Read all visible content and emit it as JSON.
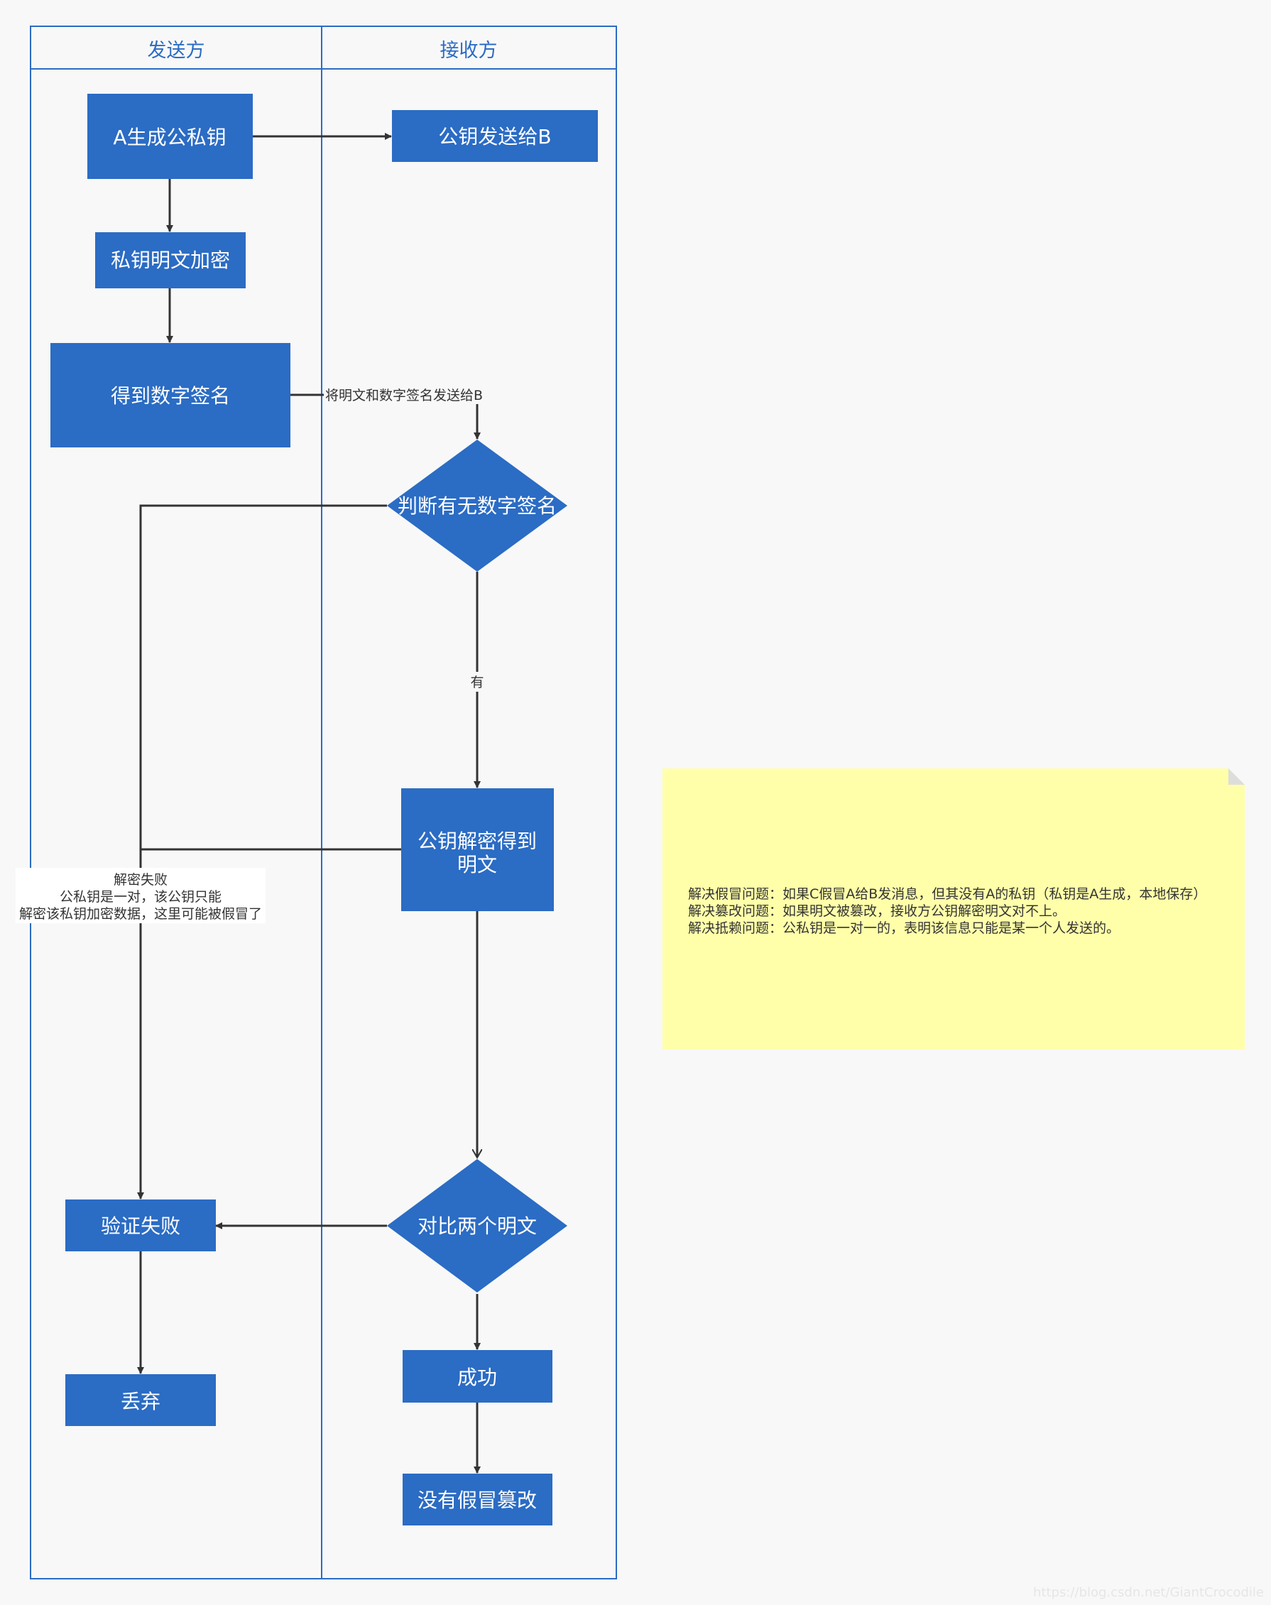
{
  "swimlanes": {
    "sender_title": "发送方",
    "receiver_title": "接收方"
  },
  "nodes": {
    "gen_keys": "A生成公私钥",
    "send_pubkey": "公钥发送给B",
    "encrypt_private": "私钥明文加密",
    "get_signature": "得到数字签名",
    "check_signature": "判断有无数字签名",
    "decrypt_public_line1": "公钥解密得到",
    "decrypt_public_line2": "明文",
    "compare_plaintext": "对比两个明文",
    "verify_failed": "验证失败",
    "discard": "丢弃",
    "success": "成功",
    "no_tamper": "没有假冒篡改"
  },
  "edge_labels": {
    "send_to_b": "将明文和数字签名发送给B",
    "has": "有",
    "fail_line1": "解密失败",
    "fail_line2": "公私钥是一对，该公钥只能",
    "fail_line3": "解密该私钥加密数据，这里可能被假冒了"
  },
  "note": {
    "line1": "解决假冒问题：如果C假冒A给B发消息，但其没有A的私钥（私钥是A生成，本地保存）",
    "line2": "解决篡改问题：如果明文被篡改，接收方公钥解密明文对不上。",
    "line3": "解决抵赖问题：公私钥是一对一的，表明该信息只能是某一个人发送的。"
  },
  "watermark": "https://blog.csdn.net/GiantCrocodile",
  "colors": {
    "node_fill": "#2b6cc4",
    "lane_border": "#2b6cc4",
    "edge": "#333333",
    "note_fill": "#ffffaa"
  }
}
